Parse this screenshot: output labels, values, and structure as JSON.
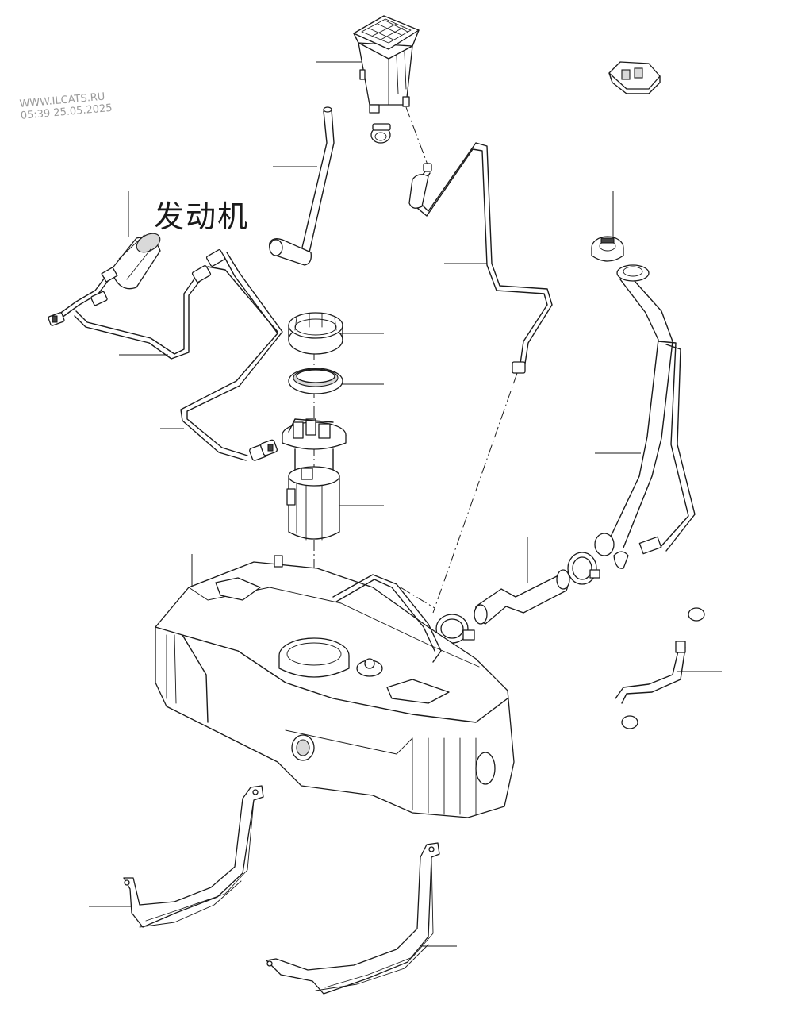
{
  "diagram": {
    "engine_label": "发动机",
    "watermark": {
      "site": "WWW.ILCATS.RU",
      "timestamp": "05:39 25.05.2025"
    }
  }
}
